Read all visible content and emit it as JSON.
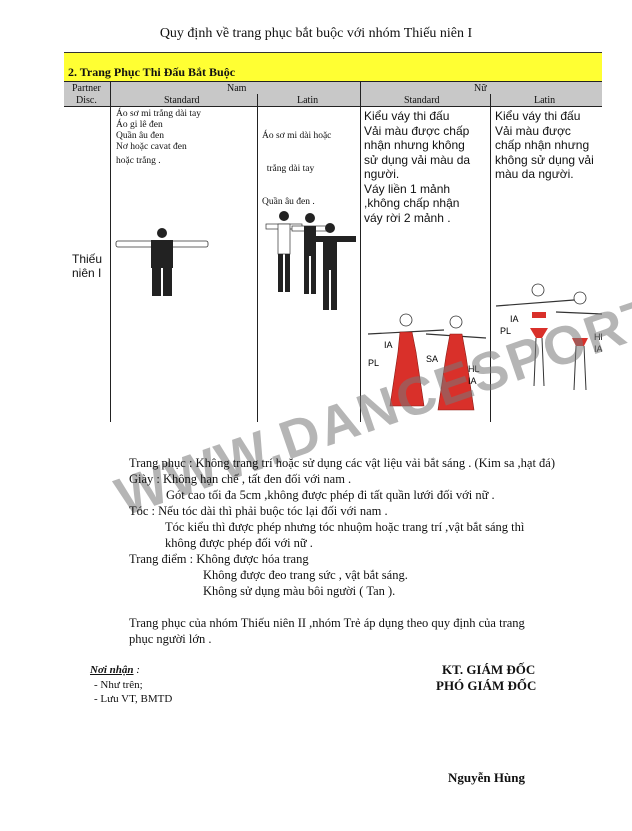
{
  "document": {
    "title": "Quy định về trang phục bắt buộc với nhóm Thiếu niên I"
  },
  "table": {
    "section_title": "2. Trang Phục Thi Đấu Bắt Buộc",
    "header": {
      "partner": "Partner",
      "disc": "Disc.",
      "nam": "Nam",
      "nu": "Nữ",
      "nam_standard": "Standard",
      "nam_latin": "Latin",
      "nu_standard": "Standard",
      "nu_latin": "Latin"
    },
    "row_label_1": "Thiếu",
    "row_label_2": "niên I",
    "nam_standard_lines": [
      "Áo sơ mi trắng dài tay",
      "Áo gi lê đen",
      "Quần âu đen",
      "Nơ hoặc cavat đen",
      "hoặc trắng ."
    ],
    "nam_latin_lines": [
      "Áo sơ mi dài hoặc",
      "  trắng dài tay",
      "Quần âu đen ."
    ],
    "nu_standard_lines": [
      "Kiểu váy thi đấu",
      "Vải màu được chấp",
      "nhận nhưng không",
      "sử dụng vải màu da",
      "người.",
      "Váy liền 1 mảnh",
      ",không chấp nhận",
      "váy rời 2 mảnh ."
    ],
    "nu_latin_lines": [
      "Kiểu váy thi đấu",
      "Vải màu được",
      "chấp nhận nhưng",
      "không sử dụng vải",
      "màu da người."
    ],
    "figure_labels": {
      "ia": "IA",
      "pl": "PL",
      "sa": "SA",
      "hl": "HL"
    }
  },
  "rules": {
    "trang_phuc": "Trang phục : Không trang trí hoặc sử dụng các vật liệu vải bắt sáng . (Kim sa ,hạt đá)",
    "giay_1": "Giày : Không hạn chế , tất đen đối với nam .",
    "giay_2": "Gót cao tối đa 5cm ,không được phép đi tất quần lưới đối với nữ .",
    "toc_1": "Tóc :  Nếu tóc dài thì phải buộc tóc lại đối với nam .",
    "toc_2": "Tóc kiểu thì được phép nhưng tóc nhuộm hoặc trang trí ,vật bắt sáng  thì",
    "toc_3": "không được phép đối với nữ .",
    "trang_diem_1": "Trang điểm : Không được hóa trang",
    "trang_diem_2": "Không được đeo trang sức , vật bắt sáng.",
    "trang_diem_3": "Không sử dụng màu bôi người ( Tan ).",
    "closing_1": "Trang phục của nhóm Thiếu niên II ,nhóm Trẻ áp dụng theo quy định của trang",
    "closing_2": "phục người lớn ."
  },
  "footer": {
    "noi_nhan": "Nơi nhận",
    "noi_nhan_colon": " :",
    "recipient_1": "-  Như trên;",
    "recipient_2": "-  Lưu VT, BMTD",
    "sign_title_1": "KT. GIÁM ĐỐC",
    "sign_title_2": "PHÓ GIÁM ĐỐC",
    "signer": "Nguyễn Hùng"
  },
  "watermark": "WWW.DANCESPORT.VN",
  "colors": {
    "section_bar": "#ffff33",
    "header_bg": "#c8c8c8",
    "dress_red": "#d9302a"
  }
}
